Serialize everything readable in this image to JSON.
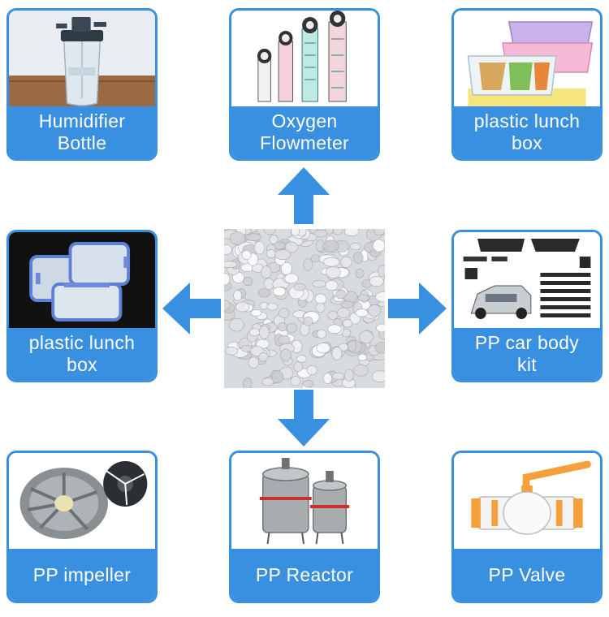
{
  "cards": {
    "humidifier_bottle": {
      "label": "Humidifier\nBottle"
    },
    "oxygen_flowmeter": {
      "label": "Oxygen\nFlowmeter"
    },
    "lunch_box_right": {
      "label": "plastic lunch\nbox"
    },
    "lunch_box_left": {
      "label": "plastic lunch\nbox"
    },
    "car_body_kit": {
      "label": "PP car body\nkit"
    },
    "impeller": {
      "label": "PP impeller"
    },
    "reactor": {
      "label": "PP Reactor"
    },
    "valve": {
      "label": "PP Valve"
    }
  },
  "colors": {
    "accent": "#3a90e0",
    "arrow": "#3a90e0",
    "label_text": "#ffffff"
  },
  "icons": [
    "humidifier-bottle-image",
    "oxygen-flowmeter-image",
    "lunch-box-image",
    "car-body-kit-image",
    "impeller-image",
    "reactor-image",
    "valve-image",
    "pp-pellets-image",
    "arrow-icon"
  ]
}
